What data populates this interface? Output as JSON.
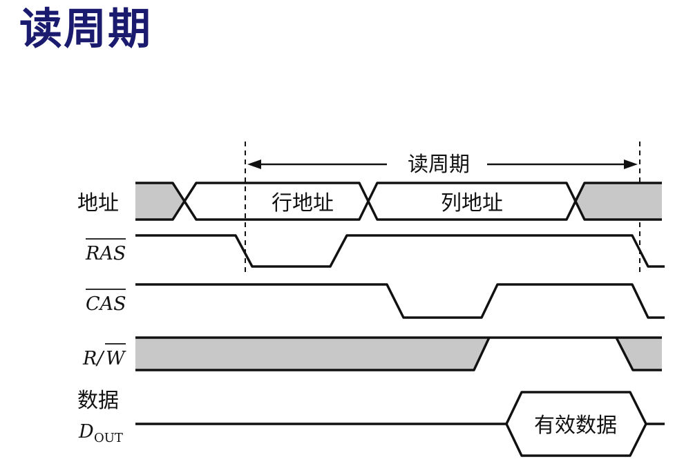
{
  "title": "读周期",
  "cycle_label": "读周期",
  "signals": {
    "addr": "地址",
    "ras": "RAS",
    "cas": "CAS",
    "rw_r": "R/",
    "rw_w": "W",
    "data_top": "数据",
    "dout_d": "D",
    "dout_sub": "OUT"
  },
  "regions": {
    "row_addr": "行地址",
    "col_addr": "列地址",
    "valid_data": "有效数据"
  },
  "colors": {
    "title": "#1a1a6e",
    "shade": "#c8c8c8",
    "line": "#111111"
  }
}
